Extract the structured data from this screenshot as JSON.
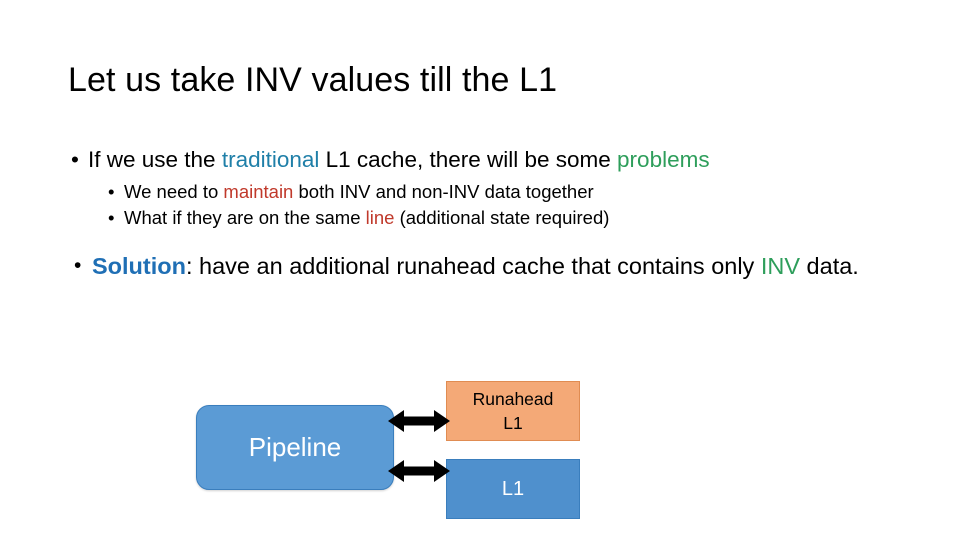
{
  "slide": {
    "title": "Let us take INV values till the L1",
    "bullets": {
      "main": {
        "marker": "•",
        "part1": "If we use the ",
        "highlight1": "traditional",
        "part2": " L1 cache, there will be some ",
        "highlight2": "problems"
      },
      "sub1": {
        "marker": "•",
        "part1": "We need to ",
        "highlight1": "maintain",
        "part2": " both INV and non-INV data together"
      },
      "sub2": {
        "marker": "•",
        "part1": "What if they are on the same ",
        "highlight1": "line",
        "part2": " (additional state required)"
      },
      "solution": {
        "marker": "•",
        "label": "Solution",
        "part1": ": have an additional runahead cache that contains only ",
        "highlight1": "INV",
        "part2": " data."
      }
    },
    "diagram": {
      "pipeline_label": "Pipeline",
      "runahead_line1": "Runahead",
      "runahead_line2": "L1",
      "l1_label": "L1",
      "arrow_top_name": "bidirectional-arrow",
      "arrow_bottom_name": "bidirectional-arrow"
    },
    "colors": {
      "blue_highlight": "#1f7fa8",
      "green_highlight": "#2e9e5b",
      "red_highlight": "#c0392b",
      "solution_blue": "#1f6fb5",
      "pipeline_fill": "#5b9bd5",
      "runahead_fill": "#f4a977",
      "l1_fill": "#4f90cd",
      "arrow_color": "#000000"
    }
  }
}
